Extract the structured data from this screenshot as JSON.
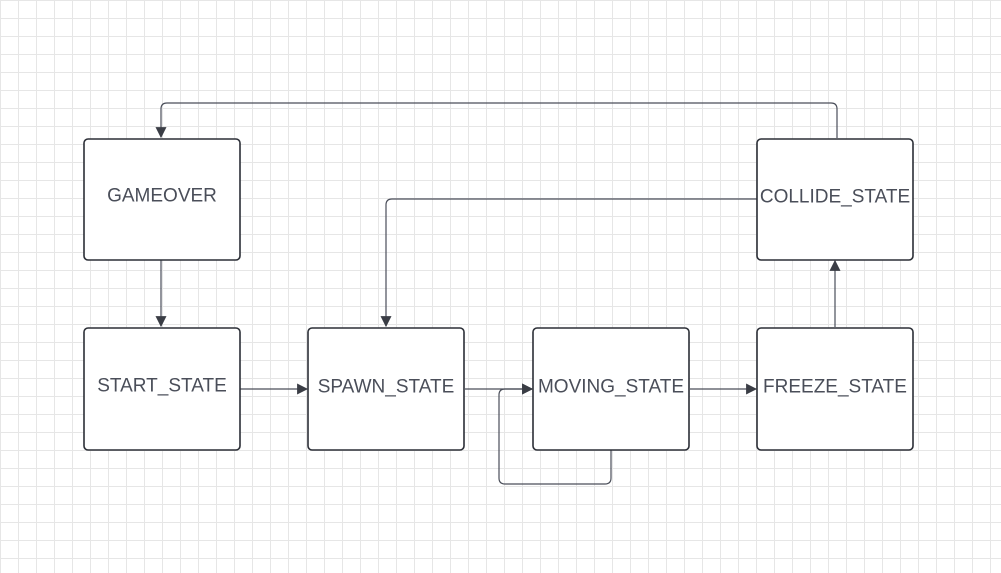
{
  "diagram": {
    "nodes": [
      {
        "id": "gameover",
        "label": "GAMEOVER"
      },
      {
        "id": "start",
        "label": "START_STATE"
      },
      {
        "id": "spawn",
        "label": "SPAWN_STATE"
      },
      {
        "id": "moving",
        "label": "MOVING_STATE"
      },
      {
        "id": "freeze",
        "label": "FREEZE_STATE"
      },
      {
        "id": "collide",
        "label": "COLLIDE_STATE"
      }
    ],
    "edges": [
      {
        "from": "gameover",
        "to": "start"
      },
      {
        "from": "start",
        "to": "spawn"
      },
      {
        "from": "spawn",
        "to": "moving"
      },
      {
        "from": "moving",
        "to": "moving"
      },
      {
        "from": "moving",
        "to": "freeze"
      },
      {
        "from": "freeze",
        "to": "collide"
      },
      {
        "from": "collide",
        "to": "spawn"
      },
      {
        "from": "collide",
        "to": "gameover"
      }
    ],
    "colors": {
      "box_stroke": "#2b2e36",
      "line": "#4a4e59",
      "text": "#4a4e59",
      "grid": "#e6e6e6"
    }
  }
}
